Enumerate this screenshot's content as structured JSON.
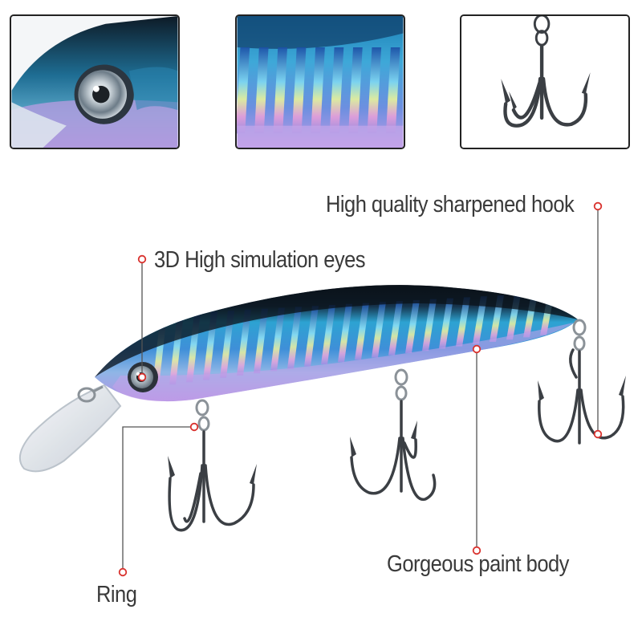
{
  "labels": {
    "hook": "High quality sharpened hook",
    "eyes": "3D High simulation eyes",
    "body": "Gorgeous paint body",
    "ring": "Ring"
  },
  "colors": {
    "accent": "#d9322e",
    "line": "#555555",
    "text": "#3a3a3a",
    "frame": "#222222"
  },
  "icons": {
    "callout_marker": "ring-dot-icon",
    "hook": "treble-hook-icon",
    "eye": "lure-eye-icon"
  }
}
